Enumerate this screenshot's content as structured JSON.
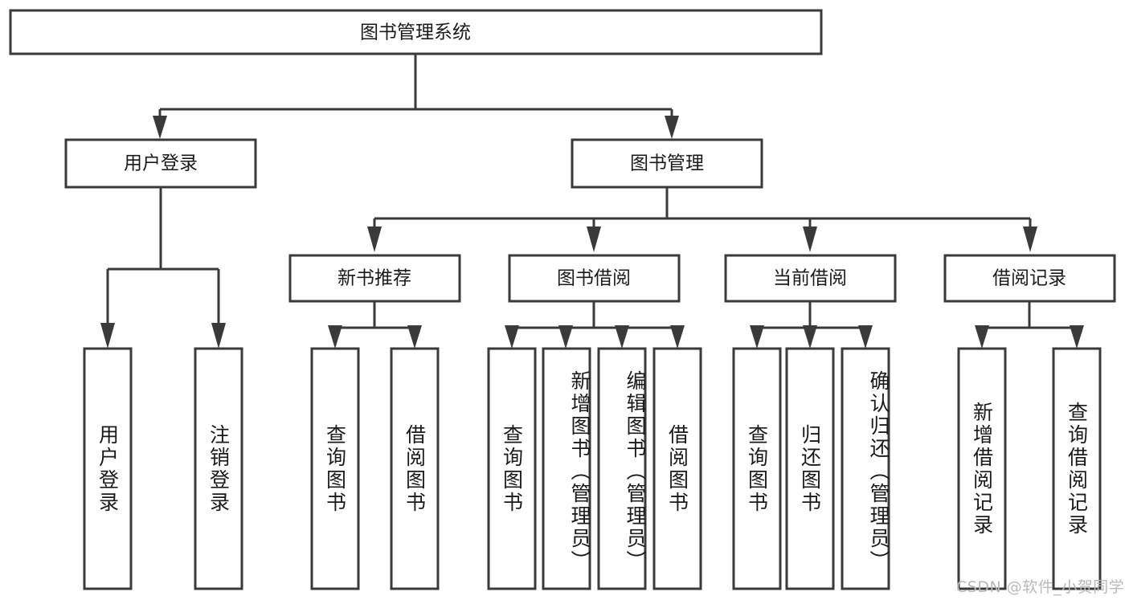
{
  "diagram": {
    "type": "tree-hierarchy",
    "title": "图书管理系统",
    "watermark": "CSDN @软件_小贺同学",
    "colors": {
      "background": "#ffffff",
      "stroke": "#3a3a3a",
      "text": "#1a1a1a",
      "watermark": "#b9b9b9"
    },
    "root": {
      "label": "图书管理系统",
      "orientation": "horizontal"
    },
    "level2": [
      {
        "label": "用户登录",
        "orientation": "horizontal"
      },
      {
        "label": "图书管理",
        "orientation": "horizontal"
      }
    ],
    "level3": [
      {
        "label": "新书推荐",
        "orientation": "horizontal",
        "parent": "图书管理"
      },
      {
        "label": "图书借阅",
        "orientation": "horizontal",
        "parent": "图书管理"
      },
      {
        "label": "当前借阅",
        "orientation": "horizontal",
        "parent": "图书管理"
      },
      {
        "label": "借阅记录",
        "orientation": "horizontal",
        "parent": "图书管理"
      }
    ],
    "leaves": {
      "user_login": [
        {
          "label": "用户登录",
          "orientation": "vertical"
        },
        {
          "label": "注销登录",
          "orientation": "vertical"
        }
      ],
      "new_book_recommend": [
        {
          "label": "查询图书",
          "orientation": "vertical"
        },
        {
          "label": "借阅图书",
          "orientation": "vertical"
        }
      ],
      "book_borrow": [
        {
          "label": "查询图书",
          "orientation": "vertical"
        },
        {
          "label": "新增图书（管理员）",
          "orientation": "vertical"
        },
        {
          "label": "编辑图书（管理员）",
          "orientation": "vertical"
        },
        {
          "label": "借阅图书",
          "orientation": "vertical"
        }
      ],
      "current_borrow": [
        {
          "label": "查询图书",
          "orientation": "vertical"
        },
        {
          "label": "归还图书",
          "orientation": "vertical"
        },
        {
          "label": "确认归还（管理员）",
          "orientation": "vertical"
        }
      ],
      "borrow_record": [
        {
          "label": "新增借阅记录",
          "orientation": "vertical"
        },
        {
          "label": "查询借阅记录",
          "orientation": "vertical"
        }
      ]
    }
  }
}
